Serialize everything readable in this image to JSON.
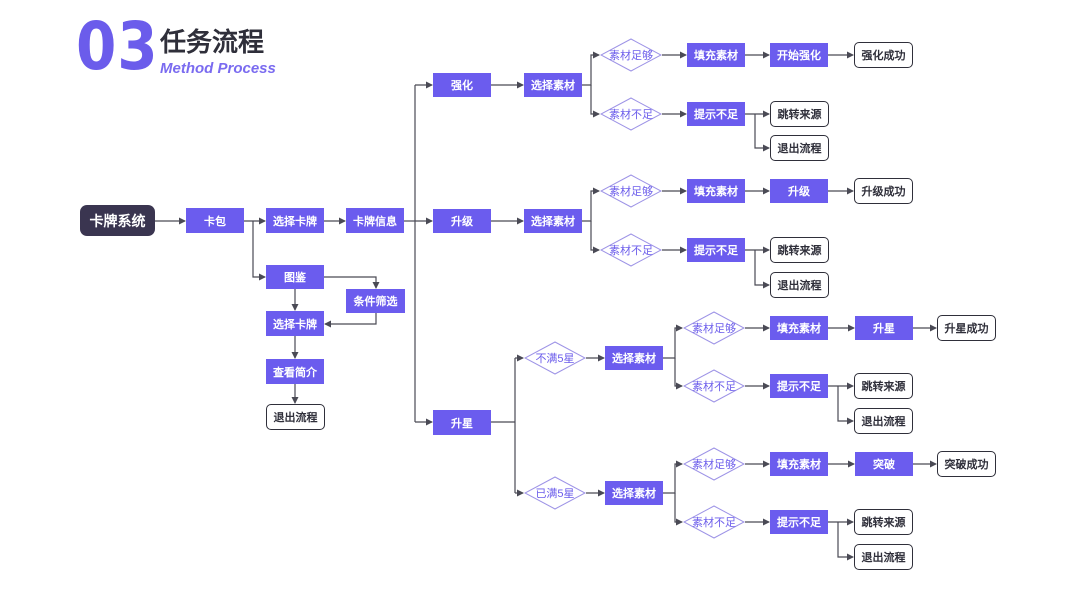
{
  "header": {
    "number": "03",
    "title": "任务流程",
    "subtitle": "Method Process"
  },
  "colors": {
    "accent": "#6B5CEE",
    "root": "#3A3550",
    "decision_stroke": "#9D93E6",
    "connector": "#4A4A55"
  },
  "left": {
    "root": "卡牌系统",
    "card_pack": "卡包",
    "select_card": "选择卡牌",
    "card_info": "卡牌信息",
    "gallery": "图鉴",
    "filter": "条件筛选",
    "gallery_select_card": "选择卡牌",
    "view_intro": "查看简介",
    "gallery_exit": "退出流程"
  },
  "flows": {
    "enhance": {
      "label": "强化",
      "select": "选择素材",
      "enough": "素材足够",
      "fill": "填充素材",
      "execute": "开始强化",
      "success": "强化成功",
      "insufficient": "素材不足",
      "prompt": "提示不足",
      "jump": "跳转来源",
      "exit": "退出流程"
    },
    "upgrade": {
      "label": "升级",
      "select": "选择素材",
      "enough": "素材足够",
      "fill": "填充素材",
      "execute": "升级",
      "success": "升级成功",
      "insufficient": "素材不足",
      "prompt": "提示不足",
      "jump": "跳转来源",
      "exit": "退出流程"
    },
    "star_up": {
      "label": "升星",
      "below_max": {
        "condition": "不满5星",
        "select": "选择素材",
        "enough": "素材足够",
        "fill": "填充素材",
        "execute": "升星",
        "success": "升星成功",
        "insufficient": "素材不足",
        "prompt": "提示不足",
        "jump": "跳转来源",
        "exit": "退出流程"
      },
      "at_max": {
        "condition": "已满5星",
        "select": "选择素材",
        "enough": "素材足够",
        "fill": "填充素材",
        "execute": "突破",
        "success": "突破成功",
        "insufficient": "素材不足",
        "prompt": "提示不足",
        "jump": "跳转来源",
        "exit": "退出流程"
      }
    }
  }
}
